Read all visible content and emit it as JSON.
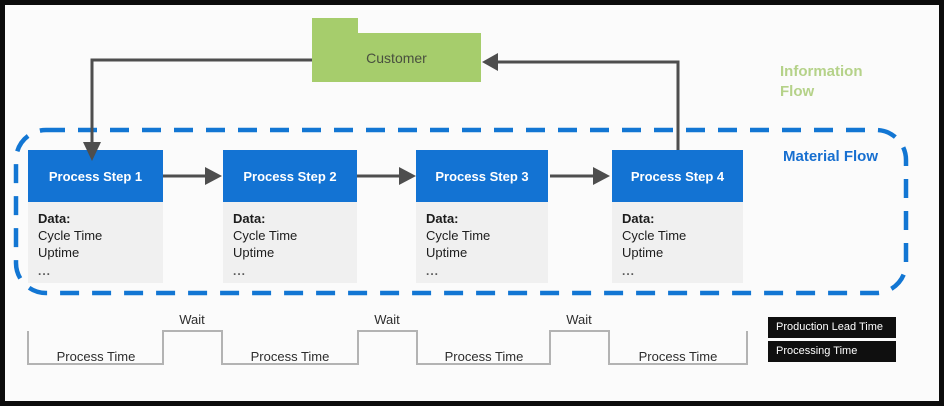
{
  "colors": {
    "background": "#fbfbfb",
    "frame-black": "#0c0c0c",
    "process-blue": "#1373d3",
    "data-panel-gray": "#f0f0f0",
    "data-text": "#1c1c1c",
    "customer-green": "#a6cd6c",
    "customer-text": "#49503f",
    "info-flow-green": "#b5d289",
    "material-flow-blue": "#176fd0",
    "material-flow-blue-dash": "#1276d3",
    "arrow-gray": "#4e4e4e",
    "timeline-gray": "#b3b3b3",
    "legend-black": "#0f0f0f"
  },
  "diagram": {
    "customer_label": "Customer",
    "information_flow_label": "Information Flow",
    "material_flow_label": "Material Flow",
    "process_steps": [
      {
        "label": "Process Step 1",
        "data_heading": "Data:",
        "metrics": [
          "Cycle Time",
          "Uptime"
        ],
        "more": "..."
      },
      {
        "label": "Process Step 2",
        "data_heading": "Data:",
        "metrics": [
          "Cycle Time",
          "Uptime"
        ],
        "more": "..."
      },
      {
        "label": "Process Step 3",
        "data_heading": "Data:",
        "metrics": [
          "Cycle Time",
          "Uptime"
        ],
        "more": "..."
      },
      {
        "label": "Process Step 4",
        "data_heading": "Data:",
        "metrics": [
          "Cycle Time",
          "Uptime"
        ],
        "more": "..."
      }
    ],
    "timeline": {
      "wait_label": "Wait",
      "process_time_label": "Process Time",
      "sequence": [
        "Process Time",
        "Wait",
        "Process Time",
        "Wait",
        "Process Time",
        "Wait",
        "Process Time"
      ]
    },
    "legend": {
      "production_lead_time": "Production Lead Time",
      "processing_time": "Processing Time"
    }
  }
}
